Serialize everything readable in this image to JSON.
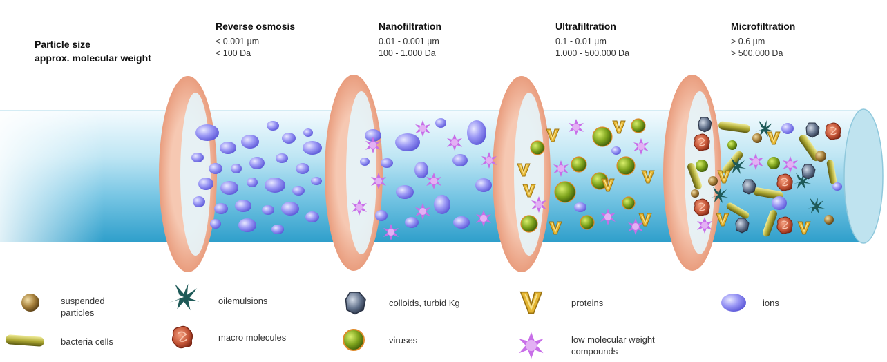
{
  "header": {
    "line1": "Particle size",
    "line2": "approx. molecular weight"
  },
  "stages": [
    {
      "title": "Reverse osmosis",
      "size": "< 0.001 µm",
      "mw": "< 100 Da"
    },
    {
      "title": "Nanofiltration",
      "size": "0.01 - 0.001 µm",
      "mw": "100 - 1.000 Da"
    },
    {
      "title": "Ultrafiltration",
      "size": "0.1 - 0.01 µm",
      "mw": "1.000 - 500.000 Da"
    },
    {
      "title": "Microfiltration",
      "size": "> 0.6 µm",
      "mw": "> 500.000 Da"
    }
  ],
  "legend": {
    "suspended_particles": "suspended particles",
    "bacteria_cells": "bacteria cells",
    "oilemulsions": "oilemulsions",
    "macro_molecules": "macro molecules",
    "colloids": "colloids, turbid Kg",
    "viruses": "viruses",
    "proteins": "proteins",
    "low_mw_compounds": "low molecular weight compounds",
    "ions": "ions"
  },
  "colors": {
    "membrane": "#f3b59a",
    "pipe_top": "#eaf7fc",
    "pipe_mid": "#8ad0e9",
    "pipe_bottom": "#3aa6cf",
    "ion": "#8f8cf0",
    "lmw": "#c86ee8",
    "protein": "#e4b531",
    "virus": "#7c9a1a",
    "particle": "#9a7a35",
    "bacteria": "#a7a440",
    "oil": "#1e5a58",
    "macro": "#c65a3d",
    "colloid": "#5b6b84"
  }
}
